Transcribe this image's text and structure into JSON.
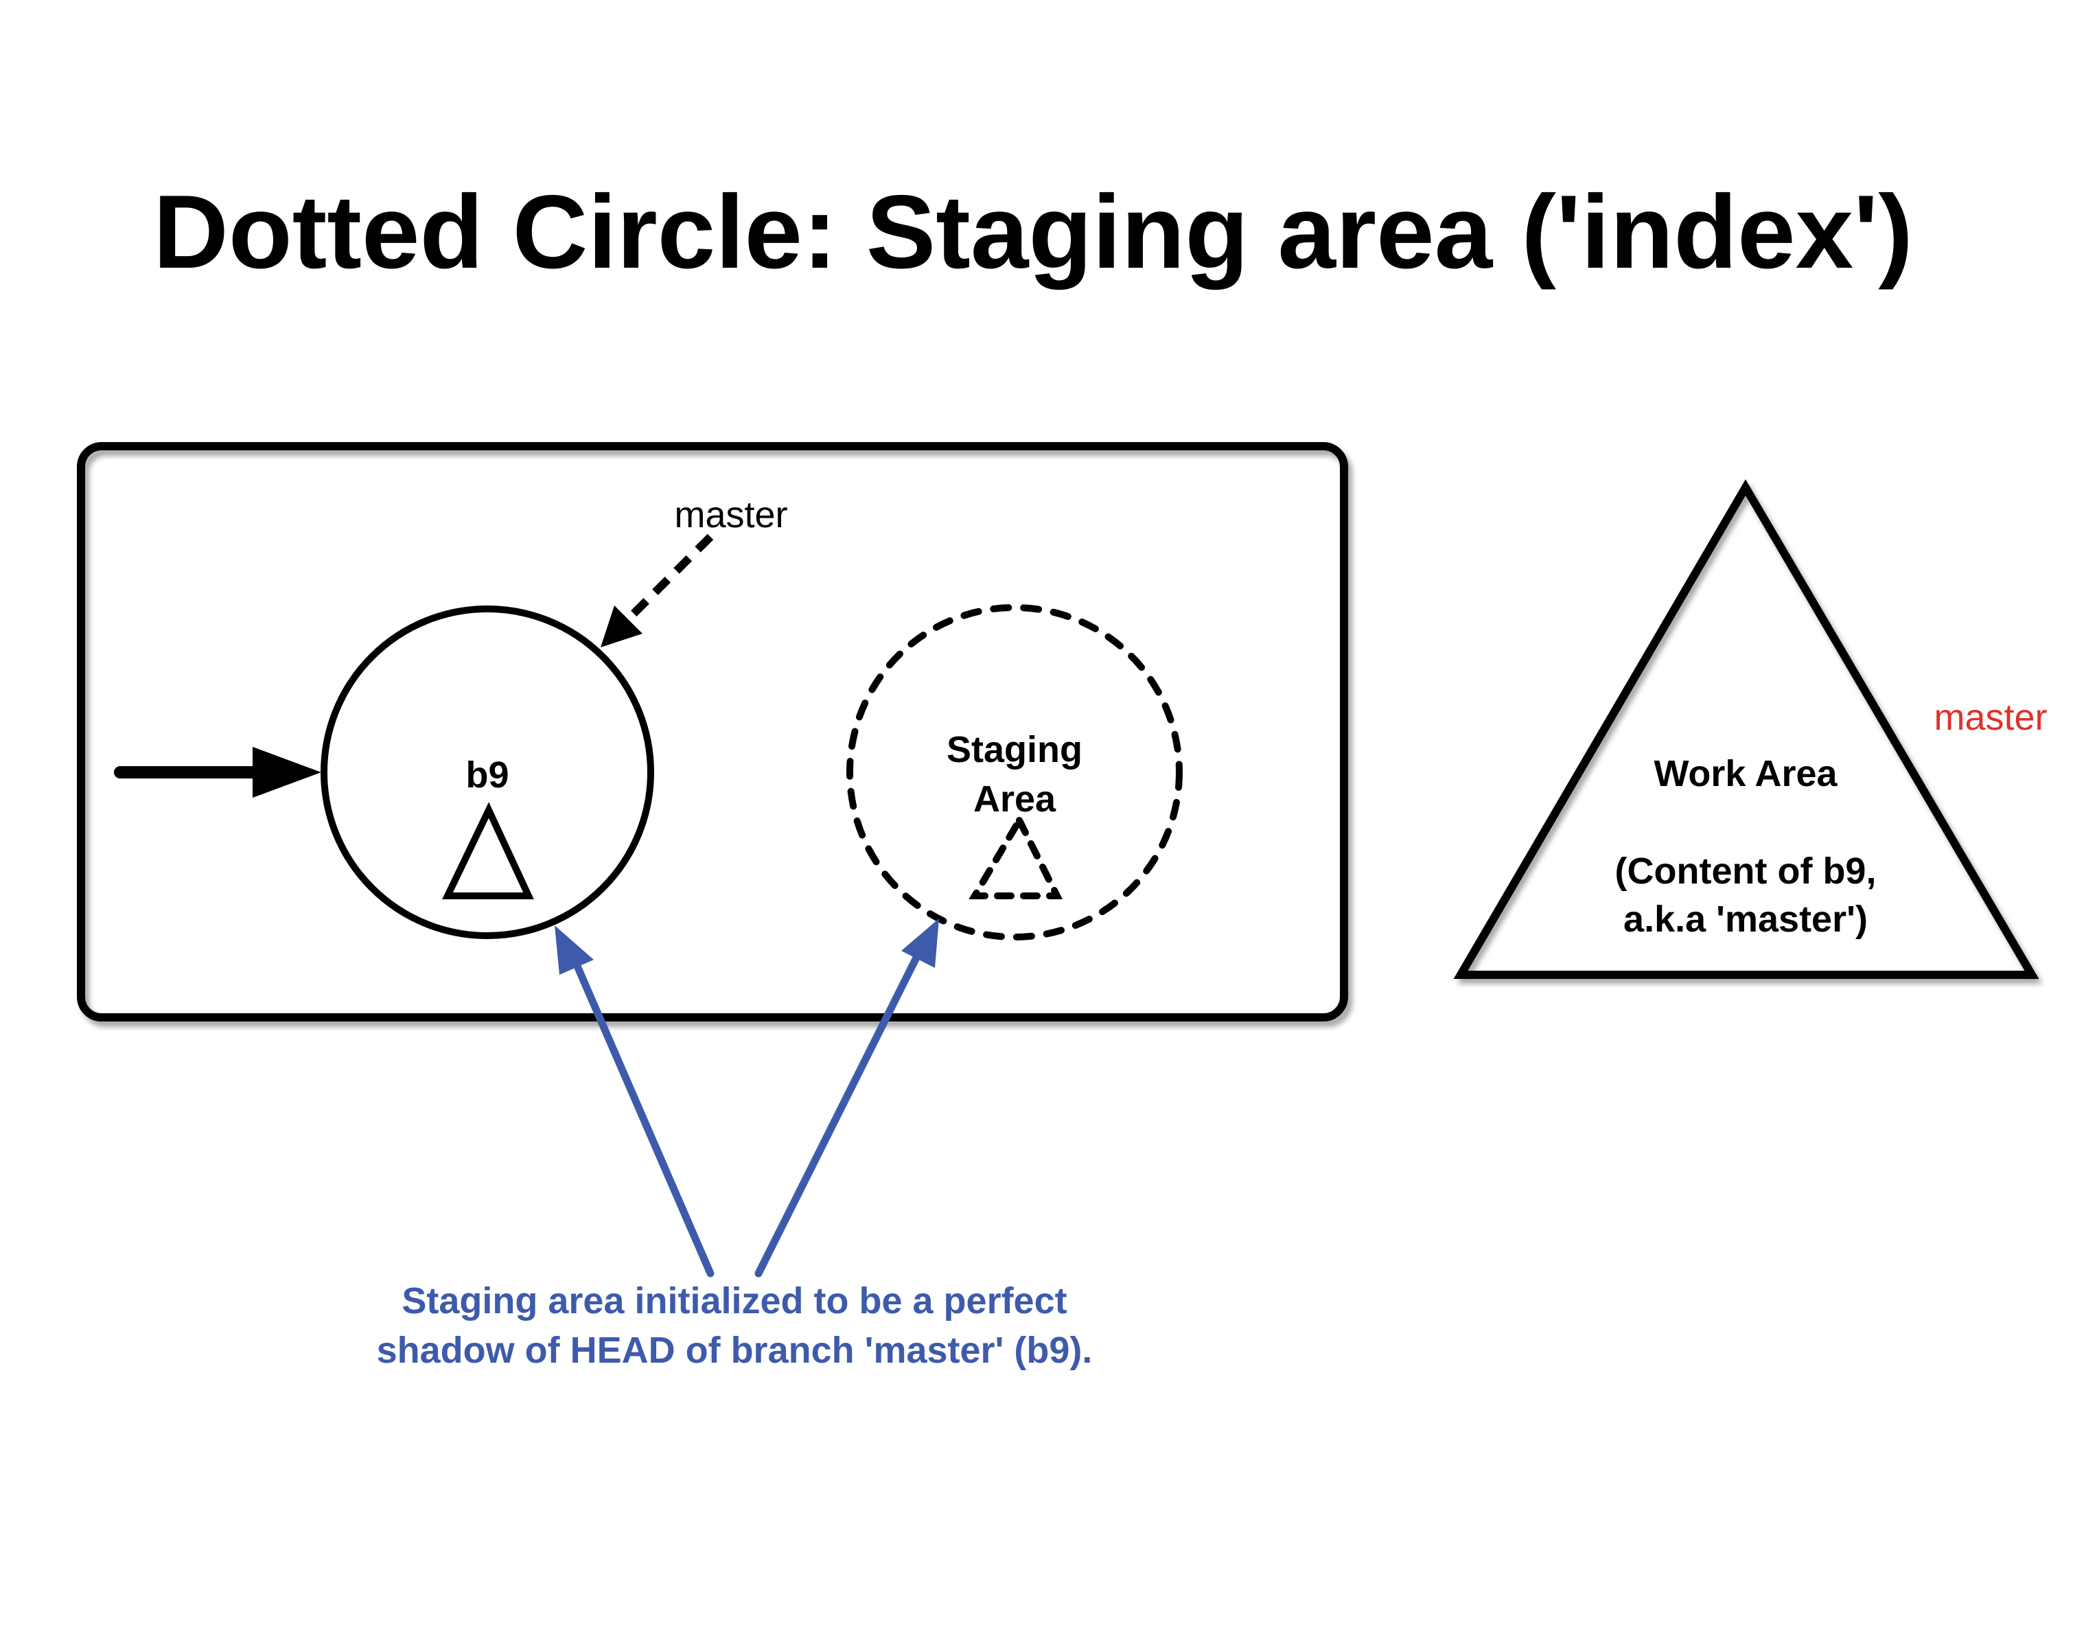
{
  "title": "Dotted Circle: Staging area ('index')",
  "commit": {
    "label": "b9"
  },
  "staging": {
    "line1": "Staging",
    "line2": "Area"
  },
  "branch_pointer": {
    "label": "master"
  },
  "work_area": {
    "title": "Work Area",
    "line1": "(Content of b9,",
    "line2": "a.k.a 'master')",
    "tag": "master"
  },
  "annotation": {
    "line1": "Staging area initialized to be a perfect",
    "line2": "shadow of HEAD of branch 'master' (b9)."
  },
  "colors": {
    "ink": "#000000",
    "annotation_blue": "#3e5bab",
    "branch_tag_red": "#e0322a"
  }
}
